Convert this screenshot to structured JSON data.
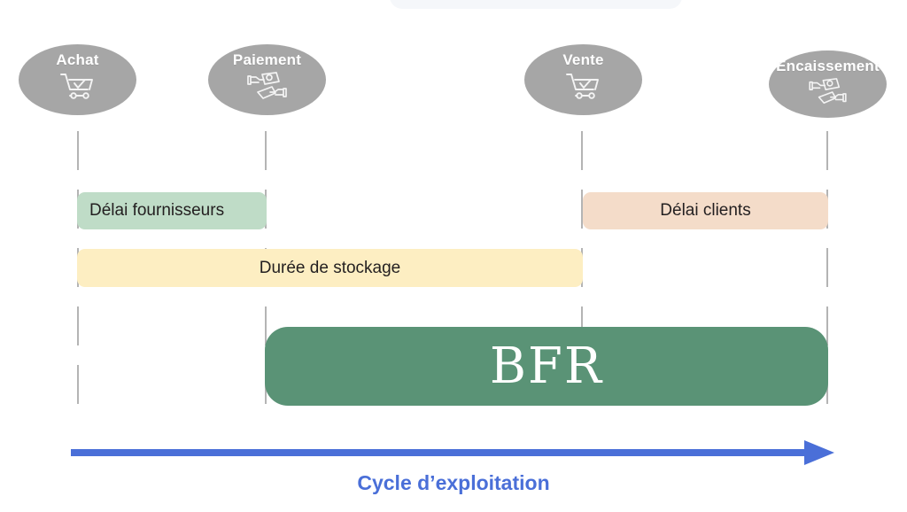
{
  "diagram": {
    "title_caption": "Cycle d’exploitation",
    "colors": {
      "node_fill": "#a6a6a6",
      "node_text": "#ffffff",
      "guide_line": "#b4b4b4",
      "supplier_bar": "#bfdcc7",
      "storage_bar": "#fdeec2",
      "client_bar": "#f4dcc9",
      "bfr_block": "#5a9376",
      "bfr_text": "#ffffff",
      "arrow": "#4a6fd8",
      "caption_text": "#4a6fd8",
      "background": "#ffffff"
    },
    "milestones": [
      {
        "label": "Achat",
        "icon": "shopping-cart-check-icon"
      },
      {
        "label": "Paiement",
        "icon": "hands-exchanging-money-icon"
      },
      {
        "label": "Vente",
        "icon": "shopping-cart-check-icon"
      },
      {
        "label": "Encaissement",
        "icon": "hands-exchanging-money-icon"
      }
    ],
    "bars": [
      {
        "label": "Délai fournisseurs",
        "from": "Achat",
        "to": "Paiement",
        "align": "left"
      },
      {
        "label": "Durée de stockage",
        "from": "Achat",
        "to": "Vente",
        "align": "center"
      },
      {
        "label": "Délai clients",
        "from": "Vente",
        "to": "Encaissement",
        "align": "center"
      }
    ],
    "highlight_block": {
      "label": "BFR",
      "from": "Paiement",
      "to": "Encaissement"
    },
    "axis": {
      "caption": "Cycle d’exploitation",
      "direction": "left-to-right",
      "arrow_head": "right"
    }
  }
}
